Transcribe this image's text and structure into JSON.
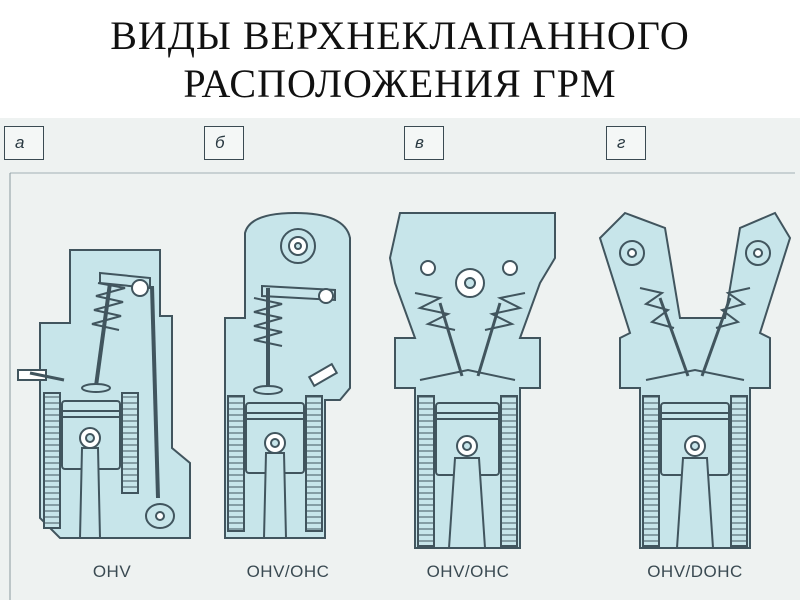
{
  "title": {
    "line1": "ВИДЫ ВЕРХНЕКЛАПАННОГО",
    "line2": "РАСПОЛОЖЕНИЯ ГРМ"
  },
  "panels": [
    {
      "letter": "а",
      "caption": "OHV"
    },
    {
      "letter": "б",
      "caption": "OHV/OHC"
    },
    {
      "letter": "в",
      "caption": "OHV/OHC"
    },
    {
      "letter": "г",
      "caption": "OHV/DOHC"
    }
  ],
  "colors": {
    "fill": "#c7e5ea",
    "stroke": "#41555e",
    "background": "#eef2f1"
  }
}
